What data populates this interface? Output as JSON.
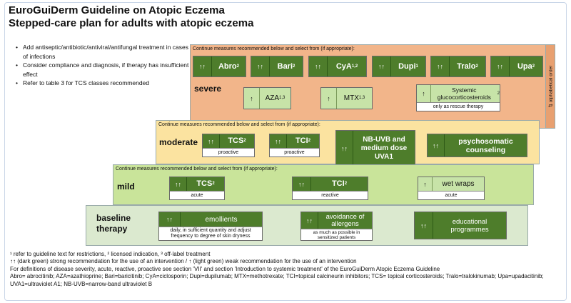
{
  "header": {
    "title_line1": "EuroGuiDerm Guideline on Atopic Eczema",
    "title_line2": "Stepped-care plan for adults with atopic eczema"
  },
  "bullets": [
    "Add antiseptic/antibiotic/antiviral/antifungal treatment in cases of infections",
    "Consider compliance and diagnosis, if therapy has insufficient effect",
    "Refer to table 3 for TCS classes recommended"
  ],
  "continue_text": "Continue measures recommended below and select from (if appropriate):",
  "side_label": "⇅ alphabetical order",
  "colors": {
    "severe": "#f2b58a",
    "moderate": "#fbe3a0",
    "mild": "#c9e49a",
    "baseline": "#dbe9cf",
    "dark_green": "#4e7d2b",
    "light_green": "#c7e3a8"
  },
  "levels": {
    "severe": {
      "label": "severe",
      "items": [
        {
          "arrow": "↑↑",
          "name": "Abro",
          "sup": "2",
          "strength": "dark"
        },
        {
          "arrow": "↑↑",
          "name": "Bari",
          "sup": "2",
          "strength": "dark"
        },
        {
          "arrow": "↑↑",
          "name": "CyA",
          "sup": "1,2",
          "strength": "dark"
        },
        {
          "arrow": "↑↑",
          "name": "Dupi",
          "sup": "1",
          "strength": "dark"
        },
        {
          "arrow": "↑↑",
          "name": "Tralo",
          "sup": "2",
          "strength": "dark"
        },
        {
          "arrow": "↑↑",
          "name": "Upa",
          "sup": "2",
          "strength": "dark"
        },
        {
          "arrow": "↑",
          "name": "AZA",
          "sup": "1,3",
          "strength": "light"
        },
        {
          "arrow": "↑",
          "name": "MTX",
          "sup": "1,3",
          "strength": "light"
        },
        {
          "arrow": "↑",
          "name": "Systemic glucocorticosteroids",
          "sup": "2",
          "strength": "light",
          "note": "only as rescue therapy"
        }
      ]
    },
    "moderate": {
      "label": "moderate",
      "items": [
        {
          "arrow": "↑↑",
          "name": "TCS",
          "sup": "2",
          "note": "proactive",
          "strength": "dark"
        },
        {
          "arrow": "↑↑",
          "name": "TCI",
          "sup": "2",
          "note": "proactive",
          "strength": "dark"
        },
        {
          "arrow": "↑↑",
          "name": "NB-UVB and medium dose UVA1",
          "strength": "dark"
        },
        {
          "arrow": "↑↑",
          "name": "psychosomatic counseling",
          "strength": "dark"
        }
      ]
    },
    "mild": {
      "label": "mild",
      "items": [
        {
          "arrow": "↑↑",
          "name": "TCS",
          "sup": "2",
          "note": "acute",
          "strength": "dark"
        },
        {
          "arrow": "↑↑",
          "name": "TCI",
          "sup": "2",
          "note": "reactive",
          "strength": "dark"
        },
        {
          "arrow": "↑",
          "name": "wet wraps",
          "note": "acute",
          "strength": "light"
        }
      ]
    },
    "baseline": {
      "label_line1": "baseline",
      "label_line2": "therapy",
      "items": [
        {
          "arrow": "↑↑",
          "name": "emollients",
          "note": "daily, in sufficient quantity and adjust frequency to degree of skin dryness",
          "strength": "dark"
        },
        {
          "arrow": "↑↑",
          "name": "avoidance of allergens",
          "note": "as much as possible in sensitized patients",
          "strength": "dark"
        },
        {
          "arrow": "↑↑",
          "name": "educational programmes",
          "strength": "dark"
        }
      ]
    }
  },
  "footer": [
    "¹ refer to guideline text for restrictions, ² licensed indication, ³ off-label treatment",
    "↑↑ (dark green) strong recommendation for the use of an intervention / ↑ (light green) weak recommendation for the use of an intervention",
    "For definitions of disease severity, acute, reactive, proactive see section 'VII' and section 'Introduction to systemic treatment' of the EuroGuiDerm Atopic Eczema Guideline",
    "Abro= abrocitinib; AZA=azathioprine; Bari=baricitinib; CyA=ciclosporin; Dupi=dupilumab; MTX=methotrexate; TCI=topical calcineurin inhibitors; TCS= topical corticosteroids; Tralo=tralokinumab; Upa=upadacitinib; UVA1=ultraviolet A1; NB-UVB=narrow-band ultraviolet B"
  ]
}
